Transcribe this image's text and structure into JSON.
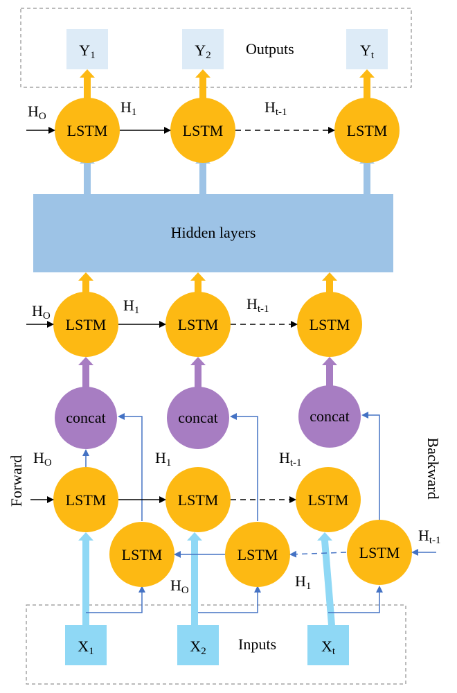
{
  "labels": {
    "outputs": "Outputs",
    "inputs": "Inputs",
    "hidden_layers": "Hidden layers",
    "forward": "Forward",
    "backward": "Backward",
    "lstm": "LSTM",
    "concat": "concat"
  },
  "outputs": [
    {
      "base": "Y",
      "sub": "1"
    },
    {
      "base": "Y",
      "sub": "2"
    },
    {
      "base": "Y",
      "sub": "t"
    }
  ],
  "inputs": [
    {
      "base": "X",
      "sub": "1"
    },
    {
      "base": "X",
      "sub": "2"
    },
    {
      "base": "X",
      "sub": "t"
    }
  ],
  "hidden_states": {
    "h0": {
      "base": "H",
      "sub": "O"
    },
    "h1": {
      "base": "H",
      "sub": "1"
    },
    "ht1": {
      "base": "H",
      "sub": "t-1"
    }
  },
  "colors": {
    "lstm": "#FDB913",
    "concat": "#A77DC2",
    "hidden": "#9DC3E6",
    "output_box": "#DDEBF7",
    "input_box": "#8FD8F5",
    "blue_line": "#4472C4",
    "up_arrow_blue": "#8FD8F5",
    "up_arrow_orange": "#FDB913",
    "up_arrow_purple": "#A77DC2"
  }
}
